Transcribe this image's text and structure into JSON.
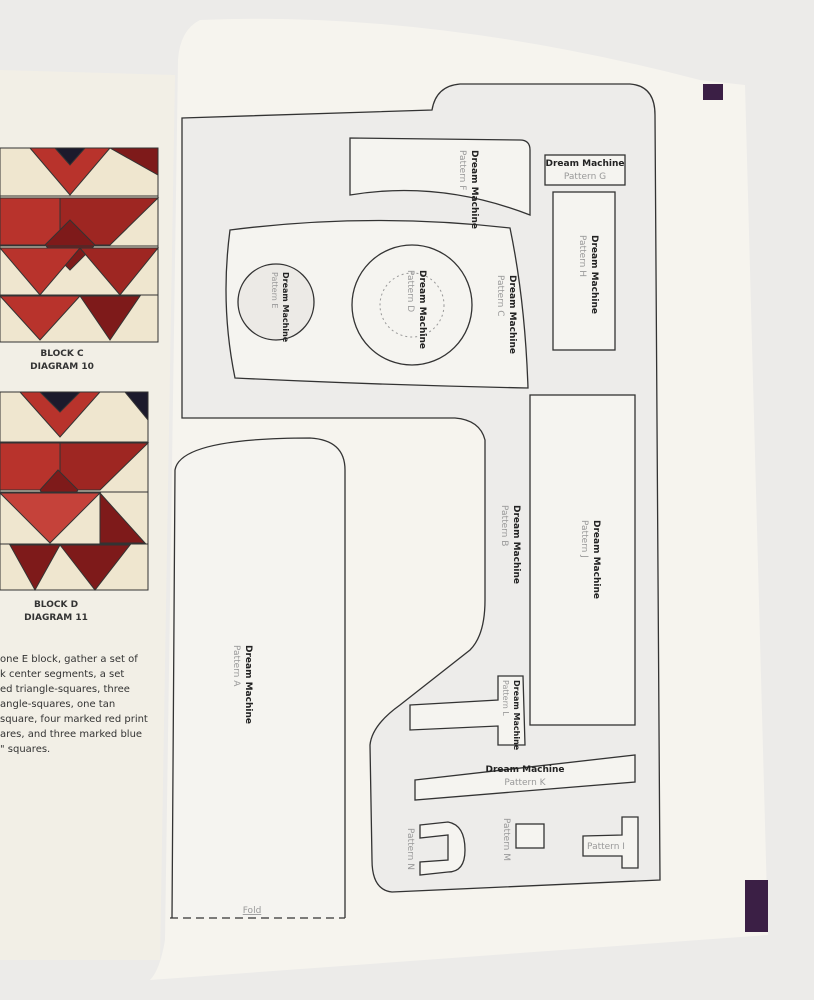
{
  "left_page": {
    "block_c_caption": [
      "BLOCK C",
      "DIAGRAM 10"
    ],
    "block_d_caption": [
      "BLOCK D",
      "DIAGRAM 11"
    ],
    "paragraph_lines": [
      "one E block, gather a set of",
      "k center segments, a set",
      "ed triangle-squares, three",
      "angle-squares, one tan",
      "square, four marked red print",
      "ares, and three marked blue",
      "\" squares."
    ],
    "colors": {
      "red": "#b8332c",
      "dark_red": "#7e1a1a",
      "navy": "#1c1a2c",
      "cream": "#efe6cf"
    }
  },
  "right_page": {
    "title": "Dream Machine",
    "patterns": {
      "A": "Pattern A",
      "B": "Pattern B",
      "C": "Pattern C",
      "D": "Pattern D",
      "E": "Pattern E",
      "F": "Pattern F",
      "G": "Pattern G",
      "H": "Pattern H",
      "I": "Pattern I",
      "J": "Pattern J",
      "K": "Pattern K",
      "L": "Pattern L",
      "M": "Pattern M",
      "N": "Pattern N"
    },
    "fold_label": "Fold",
    "tab_color": "#3b1f45"
  }
}
